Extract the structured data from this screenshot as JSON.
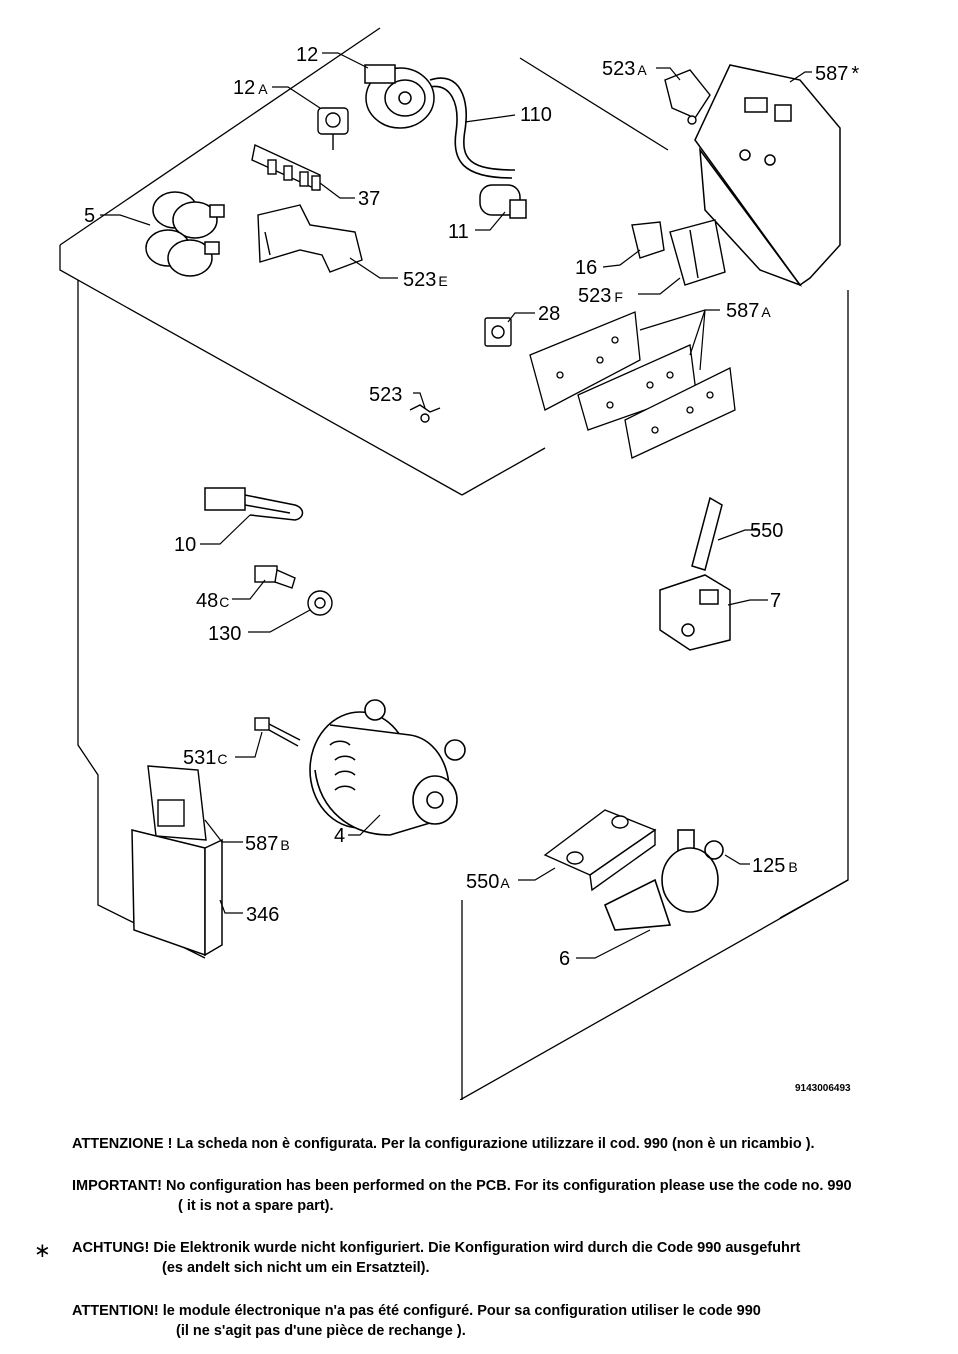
{
  "diagram": {
    "document_number": "9143006493",
    "parts": [
      {
        "id": "p12",
        "label": "12"
      },
      {
        "id": "p12a",
        "label": "12",
        "suffix": "A"
      },
      {
        "id": "p110",
        "label": "110"
      },
      {
        "id": "p523a",
        "label": "523",
        "suffix": "A"
      },
      {
        "id": "p587s",
        "label": "587",
        "suffix": "*"
      },
      {
        "id": "p37",
        "label": "37"
      },
      {
        "id": "p5",
        "label": "5"
      },
      {
        "id": "p11",
        "label": "11"
      },
      {
        "id": "p523e",
        "label": "523",
        "suffix": "E"
      },
      {
        "id": "p16",
        "label": "16"
      },
      {
        "id": "p523f",
        "label": "523",
        "suffix": "F"
      },
      {
        "id": "p28",
        "label": "28"
      },
      {
        "id": "p587a",
        "label": "587",
        "suffix": "A"
      },
      {
        "id": "p523",
        "label": "523"
      },
      {
        "id": "p10",
        "label": "10"
      },
      {
        "id": "p550",
        "label": "550"
      },
      {
        "id": "p48c",
        "label": "48",
        "suffix": "C"
      },
      {
        "id": "p7",
        "label": "7"
      },
      {
        "id": "p130",
        "label": "130"
      },
      {
        "id": "p531c",
        "label": "531",
        "suffix": "C"
      },
      {
        "id": "p587b",
        "label": "587",
        "suffix": "B"
      },
      {
        "id": "p4",
        "label": "4"
      },
      {
        "id": "p125b",
        "label": "125",
        "suffix": "B"
      },
      {
        "id": "p346",
        "label": "346"
      },
      {
        "id": "p550a",
        "label": "550",
        "suffix": "A"
      },
      {
        "id": "p6",
        "label": "6"
      }
    ]
  },
  "notes": {
    "star_symbol": "∗",
    "italian": {
      "line1": "ATTENZIONE ! La scheda non è  configurata. Per la configurazione utilizzare il cod. 990 (non è un ricambio )."
    },
    "english": {
      "line1": "IMPORTANT! No configuration has been performed on the PCB. For its configuration please use the code no. 990",
      "line2": "( it is not a spare part)."
    },
    "german": {
      "line1": "ACHTUNG! Die Elektronik wurde nicht konfiguriert. Die Konfiguration wird durch die Code 990 ausgefuhrt",
      "line2": "(es andelt sich nicht um ein Ersatzteil)."
    },
    "french": {
      "line1": "ATTENTION! le module électronique n'a pas été configuré. Pour  sa configuration utiliser le code 990",
      "line2": "(il ne s'agit pas d'une pièce de rechange )."
    }
  }
}
